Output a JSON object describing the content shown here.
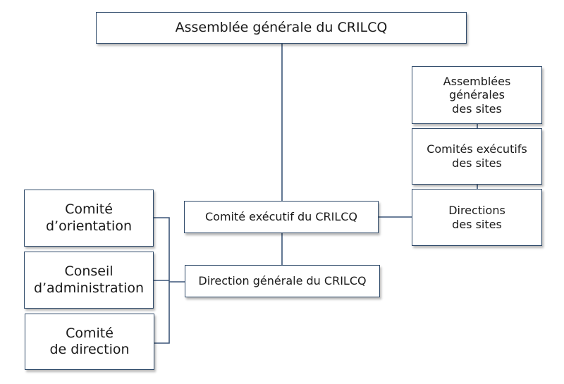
{
  "nodes": {
    "agm": "Assemblée générale du CRILCQ",
    "site_assemblies": "Assemblées\ngénérales\ndes sites",
    "site_exec_committees": "Comités exécutifs\ndes sites",
    "site_directions": "Directions\ndes sites",
    "exec_committee": "Comité exécutif du CRILCQ",
    "general_direction": "Direction générale du CRILCQ",
    "orientation_committee": "Comité\nd’orientation",
    "board": "Conseil\nd’administration",
    "management_committee": "Comité\nde direction"
  },
  "colors": {
    "box_border": "#2f4a6a",
    "connector": "#3b5578",
    "text": "#1a1a1a"
  }
}
